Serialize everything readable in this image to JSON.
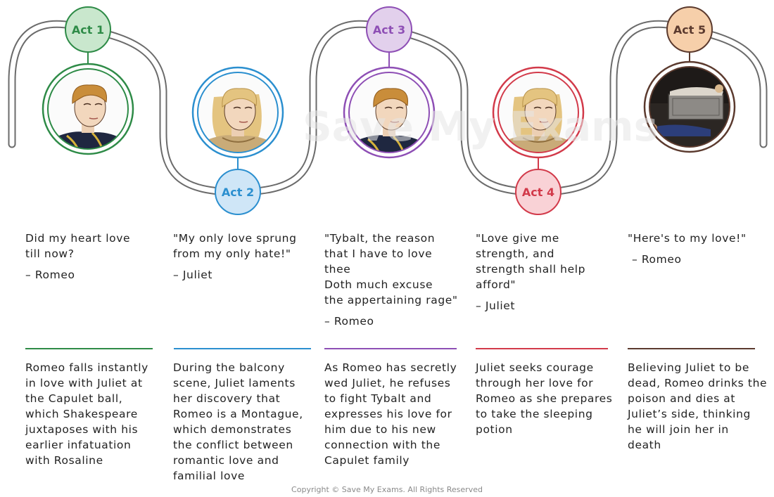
{
  "watermark": "Save My Exams",
  "copyright": "Copyright © Save My Exams. All Rights Reserved",
  "acts": [
    {
      "label": "Act 1",
      "color": "#2e8b47",
      "fill": "#c9e7cd",
      "portrait": "romeo-portrait",
      "quote": "Did my heart love\ntill now?",
      "attribution": "– Romeo",
      "description": "Romeo falls instantly\nin love with Juliet at\nthe Capulet ball,\nwhich Shakespeare\njuxtaposes with his\nearlier infatuation\nwith Rosaline"
    },
    {
      "label": "Act 2",
      "color": "#2b8fcf",
      "fill": "#cfe6f7",
      "portrait": "juliet-portrait",
      "quote": "\"My only love sprung\nfrom my only hate!\"",
      "attribution": "– Juliet",
      "description": "During the balcony\nscene, Juliet laments\nher discovery that\nRomeo is a Montague,\nwhich demonstrates\nthe conflict between\nromantic love and\nfamilial love"
    },
    {
      "label": "Act 3",
      "color": "#8e4fb5",
      "fill": "#e2d0ec",
      "portrait": "romeo-portrait",
      "quote": "\"Tybalt, the reason\nthat I have to love\nthee\nDoth much excuse\nthe appertaining rage\"",
      "attribution": "– Romeo",
      "description": "As Romeo has secretly\nwed Juliet, he refuses\nto fight Tybalt and\nexpresses his love for\nhim due to his new\nconnection with the\nCapulet family"
    },
    {
      "label": "Act 4",
      "color": "#d23a4a",
      "fill": "#f9d2d6",
      "portrait": "juliet-portrait",
      "quote": "\"Love give me\nstrength, and\nstrength shall help\nafford\"",
      "attribution": "– Juliet",
      "description": "Juliet seeks courage\nthrough her love for\nRomeo as she prepares\nto take the sleeping\npotion"
    },
    {
      "label": "Act 5",
      "color": "#5b3a2e",
      "fill": "#f6cfaa",
      "portrait": "tomb-scene",
      "quote": "\"Here's to my love!\"",
      "attribution": "– Romeo",
      "description": "Believing Juliet to be\ndead, Romeo drinks the\npoison and dies at\nJuliet’s side, thinking\nhe will join her in\ndeath"
    }
  ]
}
